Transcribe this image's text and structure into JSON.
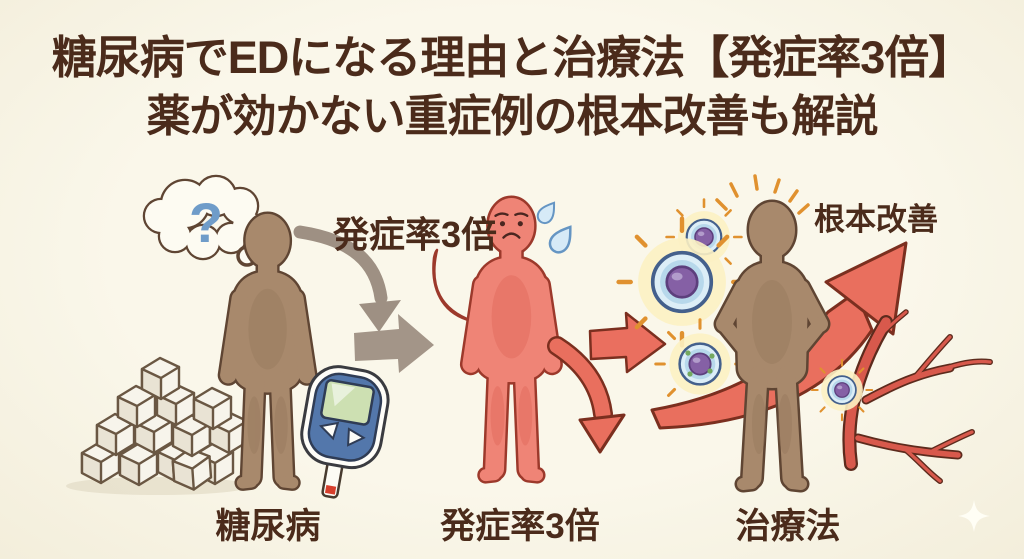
{
  "title": {
    "line1": "糖尿病でEDになる理由と治療法【発症率3倍】",
    "line2": "薬が効かない重症例の根本改善も解説"
  },
  "annotations": {
    "incidence_arrow_label": "発症率3倍",
    "improvement_label": "根本改善",
    "question_mark": "?"
  },
  "stage_labels": {
    "diabetes": "糖尿病",
    "incidence": "発症率3倍",
    "treatment": "治療法"
  },
  "icons": {
    "thought_bubble": "thought-bubble-icon",
    "question": "question-mark-icon",
    "sugar_cubes": "sugar-cubes-icon",
    "glucose_meter": "glucose-meter-icon",
    "person_diabetes": "person-silhouette-icon",
    "person_ed": "person-worried-icon",
    "person_treatment": "person-confident-icon",
    "sweat_drops": "sweat-drops-icon",
    "gray_curved_arrow": "curved-arrow-icon",
    "gray_right_arrow": "right-arrow-icon",
    "red_right_arrow": "right-arrow-icon",
    "red_down_arrow": "curved-down-arrow-icon",
    "rising_arrow": "rising-arrow-icon",
    "cells": "cell-icon",
    "blood_vessel": "blood-vessel-icon",
    "sparkle": "sparkle-icon"
  },
  "colors": {
    "background": "#f9f5e6",
    "text_brown": "#4b2b1b",
    "figure_brown": "#a8896c",
    "figure_brown_outline": "#5f4533",
    "figure_red": "#ef8476",
    "figure_red_outline": "#9c392b",
    "arrow_gray": "#9e9083",
    "arrow_red": "#e96f5e",
    "arrow_red_outline": "#7b2f1f",
    "cell_blue": "#dceef7",
    "cell_nucleus": "#8560a5",
    "glow_yellow": "#fcf1c3",
    "ray_orange": "#e0912f",
    "meter_blue": "#5377ab",
    "screen_green": "#cde0b2",
    "vessel_red": "#d8594c",
    "question_blue": "#6f9cc9",
    "sweat_blue": "#d6eaf7"
  }
}
